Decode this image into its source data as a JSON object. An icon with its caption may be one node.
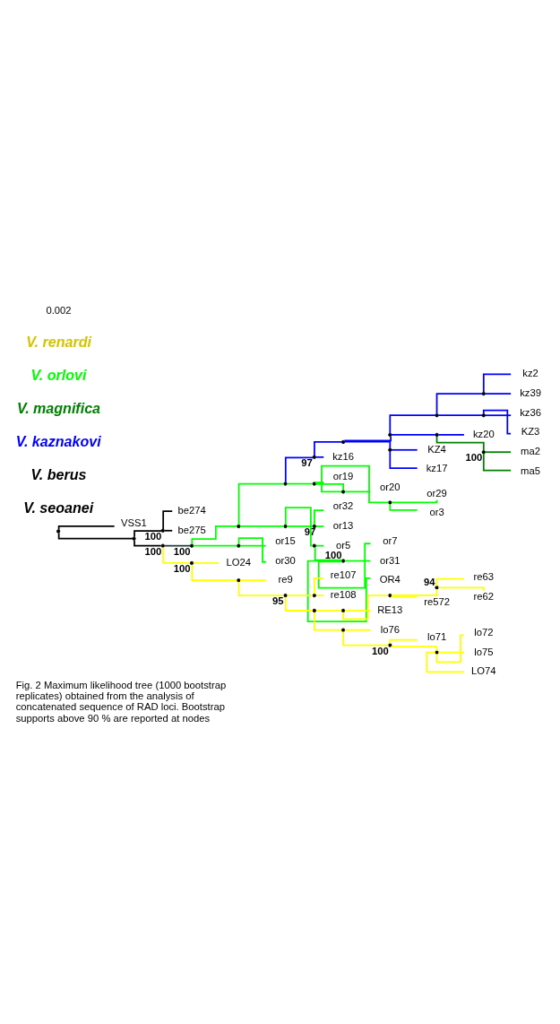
{
  "diagram": {
    "caption": "Fig. 2 Maximum likelihood tree (1000 bootstrap replicates) obtained from the analysis of concatenated sequence of RAD loci. Bootstrap supports above 90 % are reported at nodes",
    "nodes": [
      {
        "text": [],
        "shape": "point"
      },
      {
        "text": [
          "VSS1"
        ]
      },
      {
        "text": [],
        "shape": "point"
      },
      {
        "text": [],
        "shape": "point",
        "beside": [
          "100"
        ]
      },
      {
        "text": [
          "be274"
        ]
      },
      {
        "text": [
          "be275"
        ]
      },
      {
        "text": [],
        "shape": "point",
        "beside": [
          "100"
        ]
      },
      {
        "text": [],
        "shape": "point",
        "beside": [
          "100"
        ]
      },
      {
        "text": [],
        "shape": "point"
      },
      {
        "text": [],
        "shape": "point"
      },
      {
        "text": [],
        "shape": "point",
        "beside": [
          "97"
        ]
      },
      {
        "text": [],
        "shape": "point"
      },
      {
        "text": [],
        "shape": "point"
      },
      {
        "text": [],
        "shape": "point"
      },
      {
        "text": [],
        "shape": "point"
      },
      {
        "text": [
          "kz2"
        ]
      },
      {
        "text": [
          "kz39"
        ]
      },
      {
        "text": [],
        "shape": "point"
      },
      {
        "text": [
          "kz36"
        ]
      },
      {
        "text": [
          "KZ3"
        ]
      },
      {
        "text": [],
        "shape": "point"
      },
      {
        "text": [
          "kz20"
        ]
      },
      {
        "text": [],
        "shape": "point",
        "beside": [
          "100"
        ]
      },
      {
        "text": [
          "ma2"
        ]
      },
      {
        "text": [
          "ma5"
        ]
      },
      {
        "text": [],
        "shape": "point"
      },
      {
        "text": [
          "KZ4"
        ]
      },
      {
        "text": [
          "kz17"
        ]
      },
      {
        "text": [
          "kz16"
        ]
      },
      {
        "text": [],
        "shape": "point"
      },
      {
        "text": [
          "or19"
        ]
      },
      {
        "text": [],
        "shape": "point"
      },
      {
        "text": [
          "or20"
        ]
      },
      {
        "text": [],
        "shape": "point"
      },
      {
        "text": [
          "or29"
        ]
      },
      {
        "text": [
          "or3"
        ]
      },
      {
        "text": [],
        "shape": "point"
      },
      {
        "text": [],
        "shape": "point",
        "beside": [
          "97"
        ]
      },
      {
        "text": [
          "or32"
        ]
      },
      {
        "text": [
          "or13"
        ]
      },
      {
        "text": [],
        "shape": "point"
      },
      {
        "text": [
          "or5"
        ]
      },
      {
        "text": [],
        "shape": "point",
        "beside": [
          "100"
        ]
      },
      {
        "text": [
          "or7"
        ]
      },
      {
        "text": [
          "or31"
        ]
      },
      {
        "text": [
          "OR4"
        ]
      },
      {
        "text": [],
        "shape": "point"
      },
      {
        "text": [
          "or15"
        ]
      },
      {
        "text": [
          "or30"
        ]
      },
      {
        "text": [],
        "shape": "point",
        "beside": [
          "100"
        ]
      },
      {
        "text": [
          "LO24"
        ]
      },
      {
        "text": [],
        "shape": "point"
      },
      {
        "text": [
          "re9"
        ]
      },
      {
        "text": [],
        "shape": "point",
        "beside": [
          "95"
        ]
      },
      {
        "text": [],
        "shape": "point"
      },
      {
        "text": [
          "re107"
        ]
      },
      {
        "text": [
          "re108"
        ]
      },
      {
        "text": [],
        "shape": "point"
      },
      {
        "text": [],
        "shape": "point"
      },
      {
        "text": [],
        "shape": "point"
      },
      {
        "text": [],
        "shape": "point",
        "beside": [
          "94"
        ]
      },
      {
        "text": [
          "re63"
        ]
      },
      {
        "text": [
          "re62"
        ]
      },
      {
        "text": [
          "re572"
        ]
      },
      {
        "text": [
          "RE13"
        ]
      },
      {
        "text": [],
        "shape": "point"
      },
      {
        "text": [
          "lo76"
        ]
      },
      {
        "text": [],
        "shape": "point",
        "beside": [
          "100"
        ]
      },
      {
        "text": [
          "lo71"
        ]
      },
      {
        "text": [],
        "shape": "point"
      },
      {
        "text": [
          "lo72"
        ]
      },
      {
        "text": [
          "lo75"
        ]
      },
      {
        "text": [
          "LO74"
        ]
      }
    ],
    "edges": [
      {
        "from": 0,
        "to": 1,
        "arrow": "none",
        "color": "#000000"
      },
      {
        "from": 0,
        "to": 2,
        "arrow": "none",
        "color": "#000000"
      },
      {
        "from": 2,
        "to": 3,
        "arrow": "none",
        "color": "#000000"
      },
      {
        "from": 3,
        "to": 4,
        "arrow": "none",
        "color": "#000000"
      },
      {
        "from": 3,
        "to": 5,
        "arrow": "none",
        "color": "#000000"
      },
      {
        "from": 2,
        "to": 6,
        "arrow": "none",
        "color": "#000000"
      },
      {
        "from": 6,
        "to": 7,
        "arrow": "none",
        "color": "#1f3f3f"
      },
      {
        "from": 6,
        "to": 49,
        "arrow": "none",
        "color": "#ffff00"
      },
      {
        "from": 7,
        "to": 8,
        "arrow": "none",
        "color": "#00ff00"
      },
      {
        "from": 7,
        "to": 46,
        "arrow": "none",
        "color": "#00ff00"
      },
      {
        "from": 8,
        "to": 9,
        "arrow": "none",
        "color": "#00ff00"
      },
      {
        "from": 8,
        "to": 36,
        "arrow": "none",
        "color": "#00ff00"
      },
      {
        "from": 9,
        "to": 10,
        "arrow": "none",
        "color": "#0000ff"
      },
      {
        "from": 9,
        "to": 29,
        "arrow": "none",
        "color": "#00ff00"
      },
      {
        "from": 10,
        "to": 11,
        "arrow": "none",
        "color": "#0000ff"
      },
      {
        "from": 10,
        "to": 28,
        "arrow": "none",
        "color": "#0000ff"
      },
      {
        "from": 11,
        "to": 12,
        "arrow": "none",
        "color": "#0000ff"
      },
      {
        "from": 11,
        "to": 25,
        "arrow": "none",
        "color": "#0000ff"
      },
      {
        "from": 12,
        "to": 13,
        "arrow": "none",
        "color": "#0000ff"
      },
      {
        "from": 12,
        "to": 20,
        "arrow": "none",
        "color": "#0000ff"
      },
      {
        "from": 13,
        "to": 14,
        "arrow": "none",
        "color": "#0000ff"
      },
      {
        "from": 13,
        "to": 17,
        "arrow": "none",
        "color": "#0000ff"
      },
      {
        "from": 14,
        "to": 15,
        "arrow": "none",
        "color": "#0000ff"
      },
      {
        "from": 14,
        "to": 16,
        "arrow": "none",
        "color": "#0000ff"
      },
      {
        "from": 17,
        "to": 18,
        "arrow": "none",
        "color": "#0000ff"
      },
      {
        "from": 17,
        "to": 19,
        "arrow": "none",
        "color": "#0000ff"
      },
      {
        "from": 20,
        "to": 21,
        "arrow": "none",
        "color": "#0000ff"
      },
      {
        "from": 20,
        "to": 22,
        "arrow": "none",
        "color": "#008000"
      },
      {
        "from": 22,
        "to": 23,
        "arrow": "none",
        "color": "#008000"
      },
      {
        "from": 22,
        "to": 24,
        "arrow": "none",
        "color": "#008000"
      },
      {
        "from": 25,
        "to": 26,
        "arrow": "none",
        "color": "#0000ff"
      },
      {
        "from": 25,
        "to": 27,
        "arrow": "none",
        "color": "#0000ff"
      },
      {
        "from": 29,
        "to": 30,
        "arrow": "none",
        "color": "#00ff00"
      },
      {
        "from": 29,
        "to": 31,
        "arrow": "none",
        "color": "#00ff00"
      },
      {
        "from": 31,
        "to": 32,
        "arrow": "none",
        "color": "#00ff00"
      },
      {
        "from": 31,
        "to": 33,
        "arrow": "none",
        "color": "#00ff00"
      },
      {
        "from": 33,
        "to": 34,
        "arrow": "none",
        "color": "#00ff00"
      },
      {
        "from": 33,
        "to": 35,
        "arrow": "none",
        "color": "#00ff00"
      },
      {
        "from": 36,
        "to": 37,
        "arrow": "none",
        "color": "#00ff00"
      },
      {
        "from": 36,
        "to": 40,
        "arrow": "none",
        "color": "#00ff00"
      },
      {
        "from": 37,
        "to": 38,
        "arrow": "none",
        "color": "#00ff00"
      },
      {
        "from": 37,
        "to": 39,
        "arrow": "none",
        "color": "#00ff00"
      },
      {
        "from": 40,
        "to": 41,
        "arrow": "none",
        "color": "#00ff00"
      },
      {
        "from": 40,
        "to": 42,
        "arrow": "none",
        "color": "#00ff00"
      },
      {
        "from": 42,
        "to": 43,
        "arrow": "none",
        "color": "#00ff00"
      },
      {
        "from": 42,
        "to": 44,
        "arrow": "none",
        "color": "#00ff00"
      },
      {
        "from": 42,
        "to": 45,
        "arrow": "none",
        "color": "#00ff00"
      },
      {
        "from": 46,
        "to": 47,
        "arrow": "none",
        "color": "#00ff00"
      },
      {
        "from": 46,
        "to": 48,
        "arrow": "none",
        "color": "#00ff00"
      },
      {
        "from": 49,
        "to": 50,
        "arrow": "none",
        "color": "#ffff00"
      },
      {
        "from": 49,
        "to": 51,
        "arrow": "none",
        "color": "#ffff00"
      },
      {
        "from": 51,
        "to": 52,
        "arrow": "none",
        "color": "#ffff00"
      },
      {
        "from": 51,
        "to": 53,
        "arrow": "none",
        "color": "#ffff00"
      },
      {
        "from": 53,
        "to": 54,
        "arrow": "none",
        "color": "#ffff00"
      },
      {
        "from": 53,
        "to": 57,
        "arrow": "none",
        "color": "#ffff00"
      },
      {
        "from": 54,
        "to": 55,
        "arrow": "none",
        "color": "#ffff00"
      },
      {
        "from": 54,
        "to": 56,
        "arrow": "none",
        "color": "#ffff00"
      },
      {
        "from": 57,
        "to": 58,
        "arrow": "none",
        "color": "#ffff00"
      },
      {
        "from": 57,
        "to": 65,
        "arrow": "none",
        "color": "#ffff00"
      },
      {
        "from": 58,
        "to": 59,
        "arrow": "none",
        "color": "#ffff00"
      },
      {
        "from": 58,
        "to": 64,
        "arrow": "none",
        "color": "#ffff00"
      },
      {
        "from": 59,
        "to": 60,
        "arrow": "none",
        "color": "#ffff00"
      },
      {
        "from": 59,
        "to": 63,
        "arrow": "none",
        "color": "#ffff00"
      },
      {
        "from": 60,
        "to": 61,
        "arrow": "none",
        "color": "#ffff00"
      },
      {
        "from": 60,
        "to": 62,
        "arrow": "none",
        "color": "#ffff00"
      },
      {
        "from": 65,
        "to": 66,
        "arrow": "none",
        "color": "#ffff00"
      },
      {
        "from": 65,
        "to": 67,
        "arrow": "none",
        "color": "#ffff00"
      },
      {
        "from": 67,
        "to": 68,
        "arrow": "none",
        "color": "#ffff00"
      },
      {
        "from": 67,
        "to": 69,
        "arrow": "none",
        "color": "#ffff00"
      },
      {
        "from": 69,
        "to": 70,
        "arrow": "none",
        "color": "#ffff00"
      },
      {
        "from": 69,
        "to": 71,
        "arrow": "none",
        "color": "#ffff00"
      },
      {
        "from": 69,
        "to": 72,
        "arrow": "none",
        "color": "#ffff00"
      }
    ],
    "labels": [
      "V. seoanei",
      "V. berus",
      "V. kaznakovi",
      "V. magnifica",
      "V. orlovi",
      "V. renardi",
      "0.002"
    ]
  }
}
